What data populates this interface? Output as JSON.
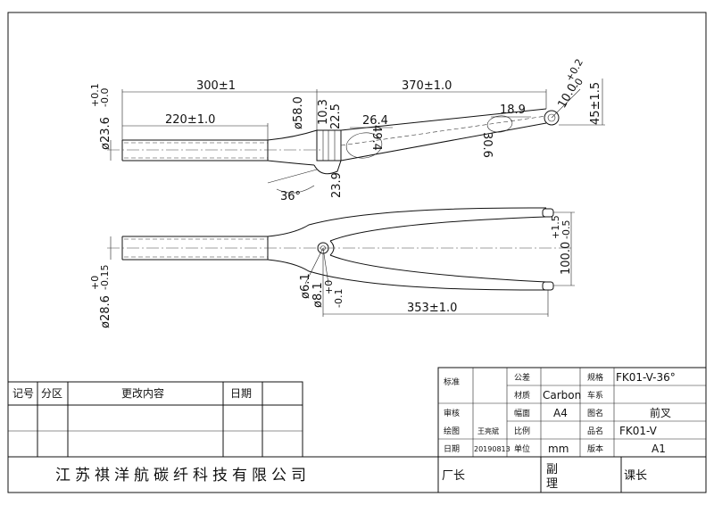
{
  "side_view": {
    "dimensions": {
      "overall_length": "300±1",
      "steerer_length": "220±1.0",
      "steerer_diameter": "ø23.6",
      "steerer_tol_upper": "+0.1",
      "steerer_tol_lower": "-0.0",
      "crown_diameter": "ø58.0",
      "crown_height": "10.3",
      "crown_offset": "22.5",
      "blade_length": "370±1.0",
      "blade_width_upper": "26.4",
      "blade_depth_upper": "49.4",
      "blade_width_lower": "18.9",
      "blade_depth_lower": "30.6",
      "crown_race_height": "23.9",
      "angle": "36°",
      "dropout_diameter": "10.0",
      "dropout_tol_upper": "+0.2",
      "dropout_tol_lower": "-0",
      "offset": "45±1.5"
    }
  },
  "front_view": {
    "dimensions": {
      "steerer_diameter": "ø28.6",
      "steerer_tol_upper": "+0",
      "steerer_tol_lower": "-0.15",
      "brake_hole_small": "ø6.1",
      "brake_hole_large": "ø8.1",
      "brake_hole_tol_upper": "+0",
      "brake_hole_tol_lower": "-0.1",
      "axle_width": "100.0",
      "axle_tol_upper": "+1.5",
      "axle_tol_lower": "-0.5",
      "axle_to_crown": "353±1.0"
    }
  },
  "revision_table": {
    "headers": [
      "记号",
      "分区",
      "更改内容",
      "日期"
    ]
  },
  "title_block": {
    "labels": {
      "standard": "标准",
      "tolerance": "公差",
      "spec": "规格",
      "material": "材质",
      "workshop": "车系",
      "review": "审核",
      "sheet_size": "幅面",
      "drawing_name": "图名",
      "drawing": "绘图",
      "scale": "比例",
      "product_name": "品名",
      "date": "日期",
      "unit": "单位",
      "version": "版本"
    },
    "values": {
      "spec": "FK01-V-36°",
      "material": "Carbon",
      "sheet_size": "A4",
      "drawing_name": "前叉",
      "drawer": "王亮斌",
      "product_name": "FK01-V",
      "date": "20190813",
      "unit": "mm",
      "version": "A1"
    }
  },
  "footer": {
    "company": "江苏祺洋航碳纤科技有限公司",
    "factory_director": "厂长",
    "deputy_manager": "副理",
    "section_chief": "课长"
  }
}
